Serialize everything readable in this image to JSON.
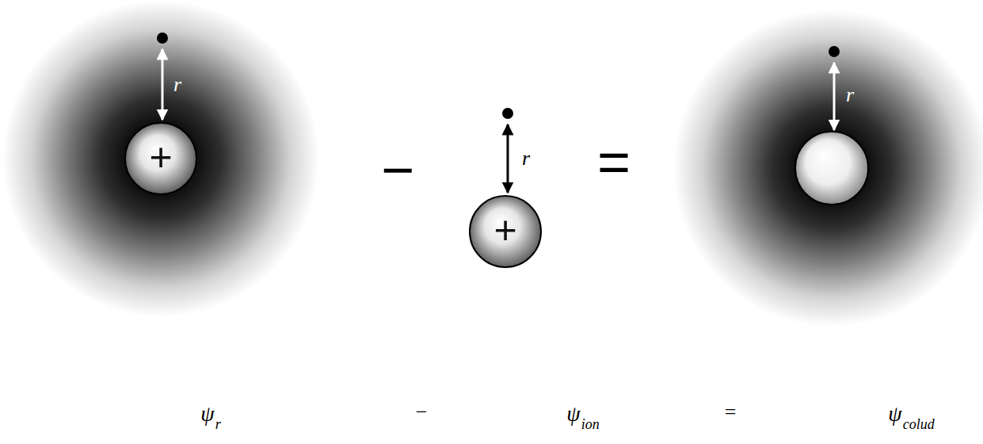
{
  "diagram": {
    "nodes": [
      {
        "text": [
          "+"
        ]
      },
      {
        "text": [
          "+"
        ]
      }
    ],
    "labels": [
      "r",
      "−",
      "r",
      "=",
      "r",
      "ψ",
      "r",
      "−",
      "ψ",
      "ion",
      "=",
      "ψ",
      "colud"
    ]
  }
}
